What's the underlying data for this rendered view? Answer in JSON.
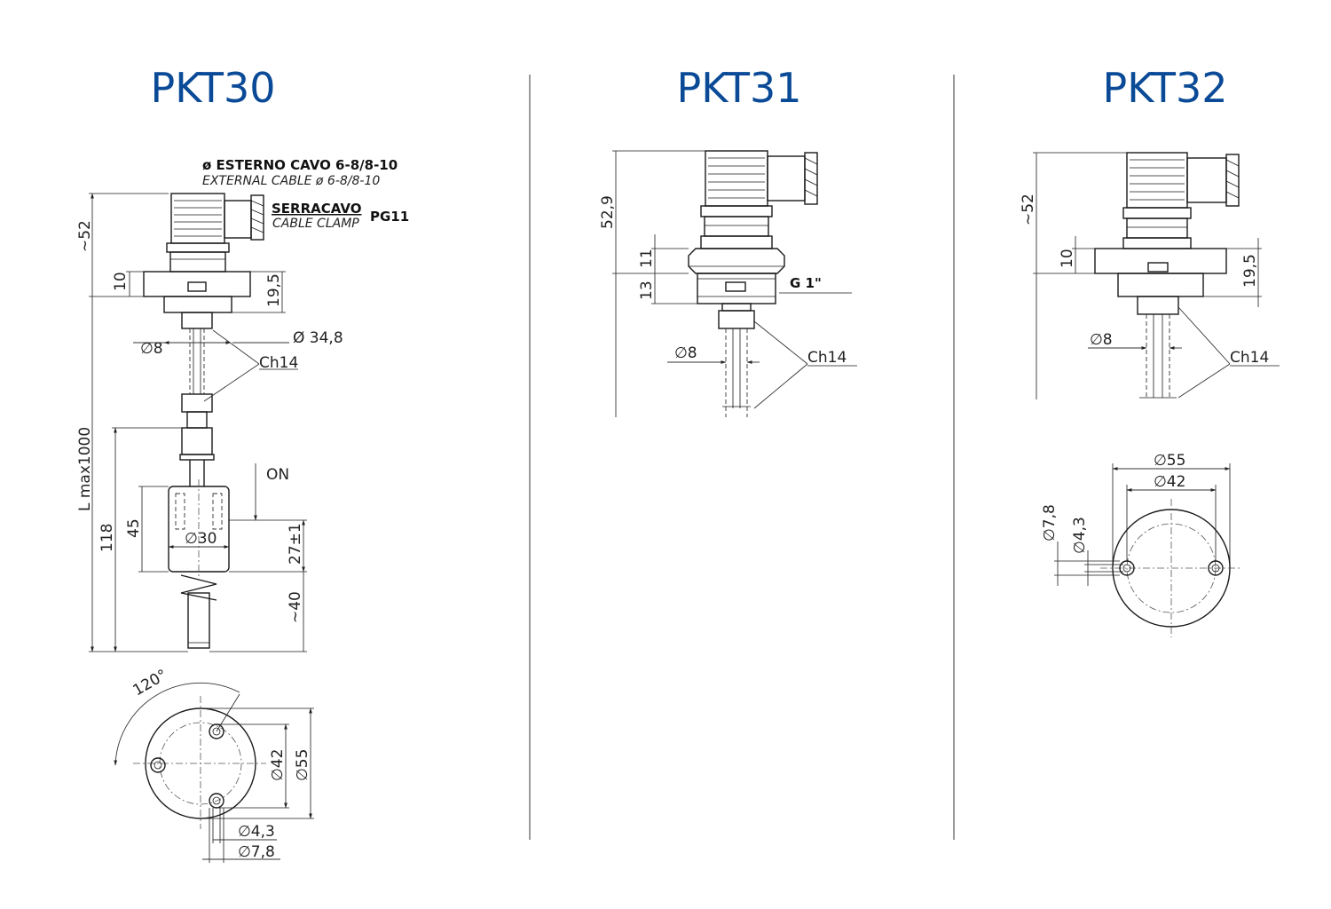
{
  "models": [
    {
      "title": "PKT30"
    },
    {
      "title": "PKT31"
    },
    {
      "title": "PKT32"
    }
  ],
  "pkt30": {
    "cable_label_it": "ø ESTERNO CAVO  6-8/8-10",
    "cable_label_en": "EXTERNAL CABLE ø 6-8/8-10",
    "clamp_label_it": "SERRACAVO",
    "clamp_label_en": "CABLE CLAMP",
    "clamp_thread": "PG11",
    "dim_head": "~52",
    "dim_flange": "10",
    "dim_flange_total": "19,5",
    "dim_stem": "∅8",
    "dim_flange_dia": "Ø 34,8",
    "hex": "Ch14",
    "dim_length": "L max1000",
    "dim_float_zone": "118",
    "dim_float_height": "45",
    "dim_float_dia": "∅30",
    "state_on": "ON",
    "dim_switch_point": "27±1",
    "dim_tail": "~40",
    "angle": "120°",
    "dim_bolt_circle": "∅42",
    "dim_flange_outer": "∅55",
    "dim_hole": "∅4,3",
    "dim_counterbore": "∅7,8"
  },
  "pkt31": {
    "dim_head": "52,9",
    "dim_nut": "11",
    "dim_thread_len": "13",
    "thread": "G 1\"",
    "dim_stem": "∅8",
    "hex": "Ch14"
  },
  "pkt32": {
    "dim_head": "~52",
    "dim_flange": "10",
    "dim_flange_total": "19,5",
    "dim_stem": "∅8",
    "hex": "Ch14",
    "dim_flange_outer": "∅55",
    "dim_bolt_circle": "∅42",
    "dim_counterbore": "∅7,8",
    "dim_hole": "∅4,3"
  }
}
